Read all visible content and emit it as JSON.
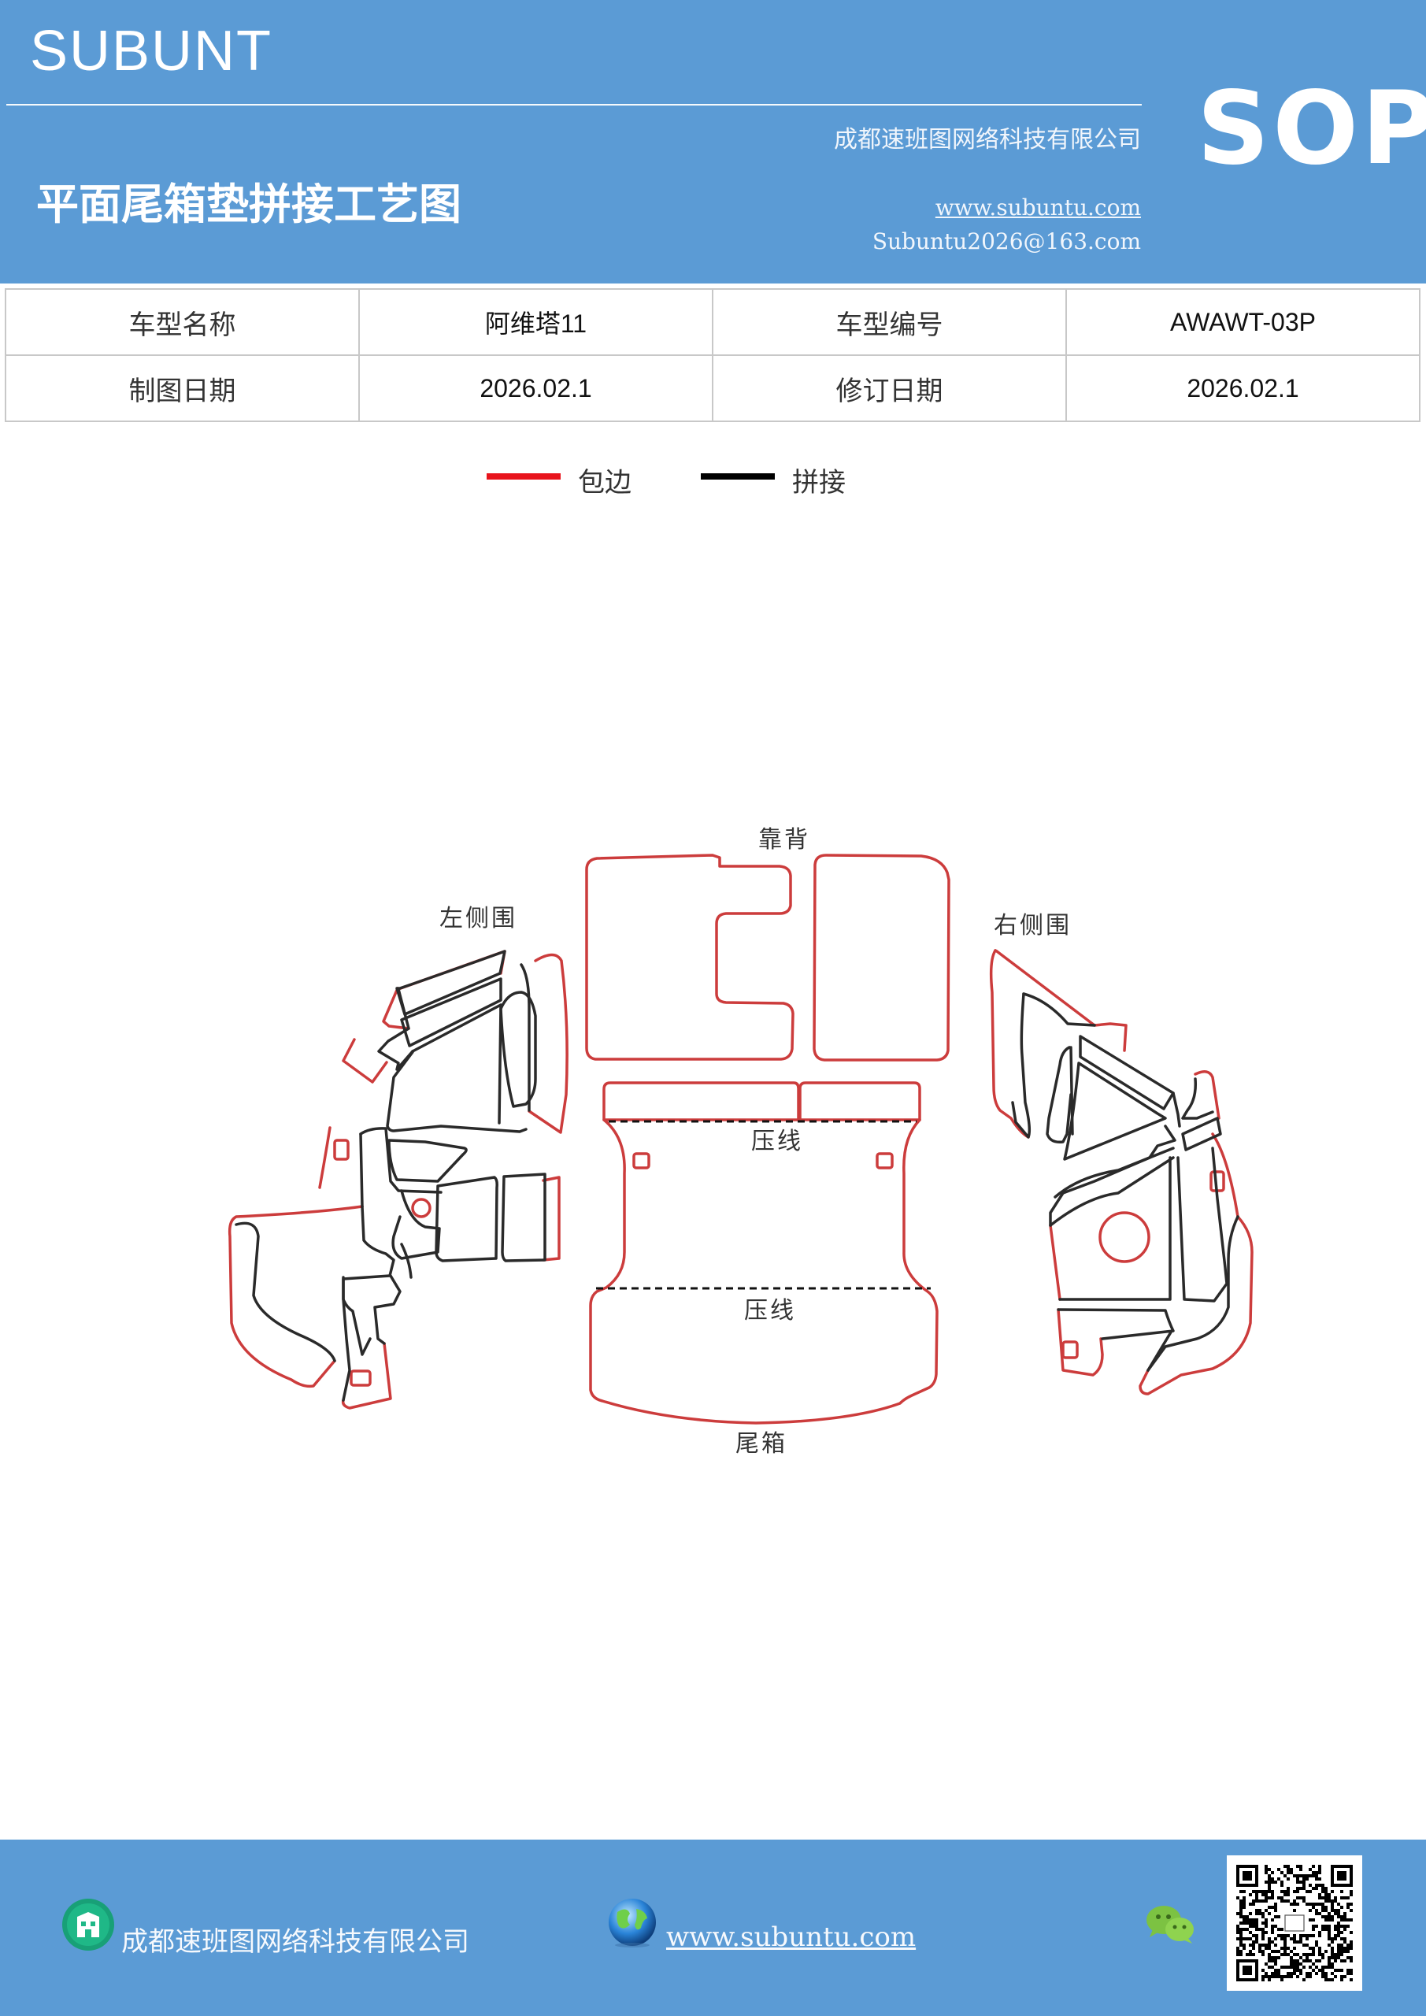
{
  "header": {
    "brand": "SUBUNT",
    "company": "成都速班图网络科技有限公司",
    "title": "平面尾箱垫拼接工艺图",
    "website": "www.subuntu.com",
    "email": "Subuntu2026@163.com",
    "badge": "SOP",
    "background_color": "#5b9bd5"
  },
  "info_table": {
    "rows": [
      [
        "车型名称",
        "阿维塔11",
        "车型编号",
        "AWAWT-03P"
      ],
      [
        "制图日期",
        "2026.02.1",
        "修订日期",
        "2026.02.1"
      ]
    ]
  },
  "legend": {
    "items": [
      {
        "label": "包边",
        "color": "#e8141c"
      },
      {
        "label": "拼接",
        "color": "#000000"
      }
    ]
  },
  "diagram": {
    "labels": {
      "backrest": "靠背",
      "left_side": "左侧围",
      "right_side": "右侧围",
      "crease_1": "压线",
      "crease_2": "压线",
      "trunk": "尾箱"
    },
    "edge_color": "#cc3c3c",
    "seam_color": "#2a2a2a"
  },
  "footer": {
    "company": "成都速班图网络科技有限公司",
    "website": "www.subuntu.com",
    "icons": [
      "building-icon",
      "globe-icon",
      "wechat-icon",
      "qr-code"
    ]
  }
}
